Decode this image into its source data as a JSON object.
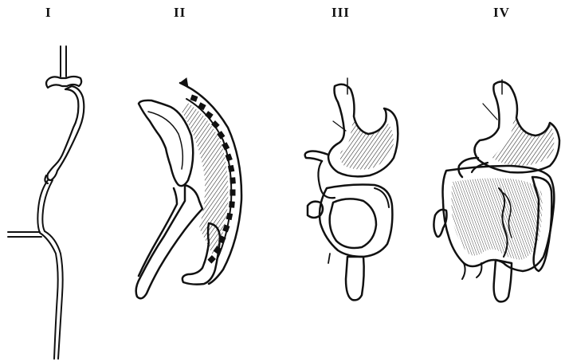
{
  "figure": {
    "panels": [
      {
        "label": "I"
      },
      {
        "label": "II"
      },
      {
        "label": "III"
      },
      {
        "label": "IV"
      }
    ]
  }
}
